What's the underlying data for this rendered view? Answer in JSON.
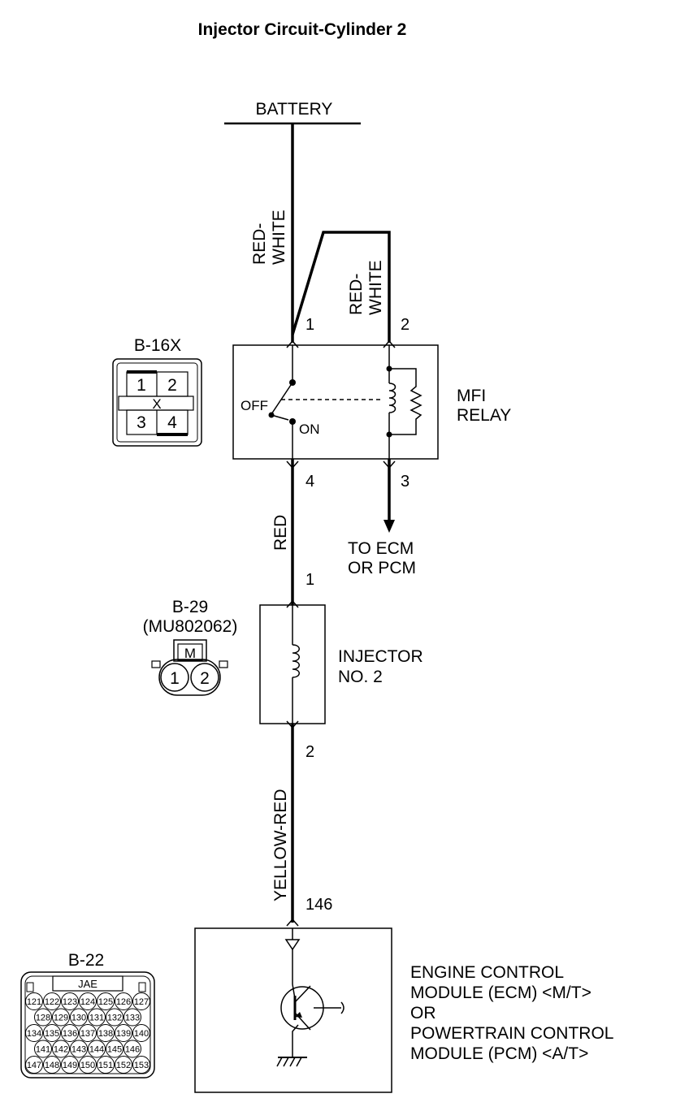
{
  "title": "Injector Circuit-Cylinder 2",
  "battery": "BATTERY",
  "wires": {
    "battery_left": [
      "RED-",
      "WHITE"
    ],
    "battery_right": [
      "RED-",
      "WHITE"
    ],
    "relay_to_injector": "RED",
    "injector_to_ecm": "YELLOW-RED"
  },
  "relay": {
    "connector": "B-16X",
    "name": [
      "MFI",
      "RELAY"
    ],
    "off_label": "OFF",
    "on_label": "ON",
    "pins": {
      "p1": "1",
      "p2": "2",
      "p3": "3",
      "p4": "4"
    },
    "connector_pins": [
      "1",
      "2",
      "X",
      "3",
      "4"
    ],
    "to_ecm": [
      "TO ECM",
      "OR PCM"
    ]
  },
  "injector": {
    "connector": "B-29",
    "part_no": "(MU802062)",
    "name": [
      "INJECTOR",
      "NO. 2"
    ],
    "pins": {
      "p1": "1",
      "p2": "2"
    },
    "connector_mark": "M",
    "connector_pins": [
      "1",
      "2"
    ]
  },
  "ecm": {
    "pin": "146",
    "connector": "B-22",
    "connector_label": "JAE",
    "name": [
      "ENGINE CONTROL",
      "MODULE (ECM) <M/T>",
      "OR",
      "POWERTRAIN CONTROL",
      "MODULE (PCM) <A/T>"
    ],
    "connector_rows": [
      [
        "121",
        "122",
        "123",
        "124",
        "125",
        "126",
        "127"
      ],
      [
        "128",
        "129",
        "130",
        "131",
        "132",
        "133"
      ],
      [
        "134",
        "135",
        "136",
        "137",
        "138",
        "139",
        "140"
      ],
      [
        "141",
        "142",
        "143",
        "144",
        "145",
        "146"
      ],
      [
        "147",
        "148",
        "149",
        "150",
        "151",
        "152",
        "153"
      ]
    ]
  }
}
